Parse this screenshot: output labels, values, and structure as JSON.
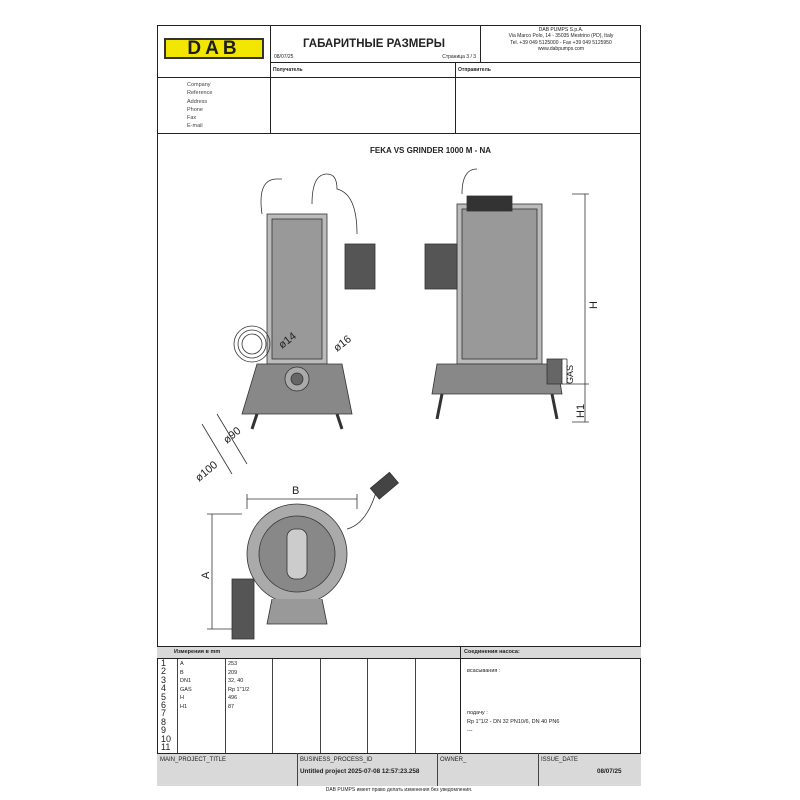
{
  "header": {
    "logo": "DAB",
    "title": "ГАБАРИТНЫЕ РАЗМЕРЫ",
    "date_code": "08/07/25",
    "page": "Страница 3 / 3",
    "company": [
      "DAB PUMPS S.p.A.",
      "Via Marco Polo, 14 - 35035 Mestrino (PD), Italy",
      "Tel. +39 049 5125000 - Fax +39 049 5125950",
      "www.dabpumps.com"
    ]
  },
  "recipient_label": "Получатель",
  "sender_label": "Отправитель",
  "contact_fields": [
    "Company",
    "Reference",
    "Address",
    "Phone",
    "Fax",
    "E-mail"
  ],
  "drawing": {
    "title": "FEKA VS GRINDER 1000 M - NA",
    "labels": {
      "d14": "ø14",
      "d16": "ø16",
      "d90": "ø90",
      "d100": "ø100",
      "H": "H",
      "H1": "H1",
      "GAS": "GAS",
      "A": "A",
      "B": "B"
    }
  },
  "dimensions": {
    "header": "Измерения в  mm",
    "row_numbers": [
      "1",
      "2",
      "3",
      "4",
      "5",
      "6",
      "7",
      "8",
      "9",
      "10",
      "11"
    ],
    "rows": [
      {
        "k": "A",
        "v": "253"
      },
      {
        "k": "B",
        "v": "209"
      },
      {
        "k": "DN1",
        "v": "32, 40"
      },
      {
        "k": "GAS",
        "v": "Rp 1\"1/2"
      },
      {
        "k": "H",
        "v": "496"
      },
      {
        "k": "H1",
        "v": "87"
      }
    ]
  },
  "connections": {
    "header": "Соединения насоса:",
    "suction": "всасывания :",
    "delivery": "подачу :",
    "delivery_value": "Rp 1\"1/2 - DN 32 PN10/6, DN 40 PN6",
    "dash": "---"
  },
  "footer": {
    "main_project_title_label": "MAIN_PROJECT_TITLE",
    "business_process_label": "BUSINESS_PROCESS_ID",
    "business_process_value": "Untitled project 2025-07-08 12:57:23.258",
    "owner_label": "OWNER_",
    "issue_date_label": "ISSUE_DATE",
    "issue_date_value": "08/07/25"
  },
  "disclaimer": "DAB PUMPS имеет право делать изменения без уведомления."
}
